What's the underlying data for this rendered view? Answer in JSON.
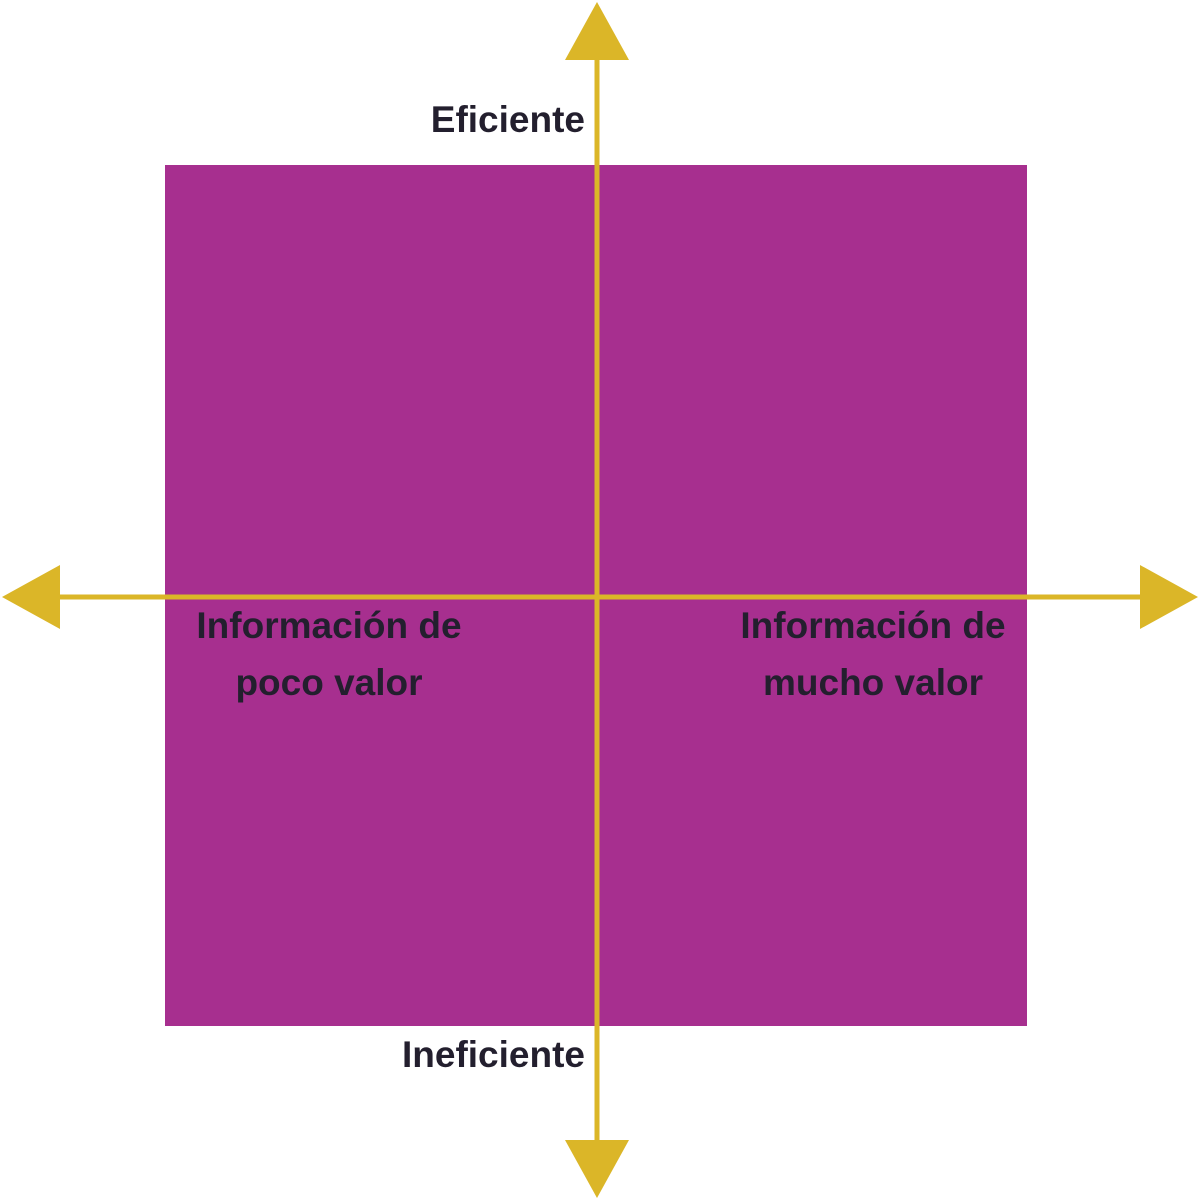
{
  "diagram": {
    "type": "quadrant",
    "colors": {
      "background": "#ffffff",
      "quadrant_fill": "#a72f8f",
      "axis": "#dbb628",
      "text": "#231f2e"
    },
    "axes": {
      "vertical": {
        "top_label": "Eficiente",
        "bottom_label": "Ineficiente"
      },
      "horizontal": {
        "left_label": [
          "Información de",
          "poco valor"
        ],
        "right_label": [
          "Información de",
          "mucho valor"
        ]
      }
    }
  }
}
